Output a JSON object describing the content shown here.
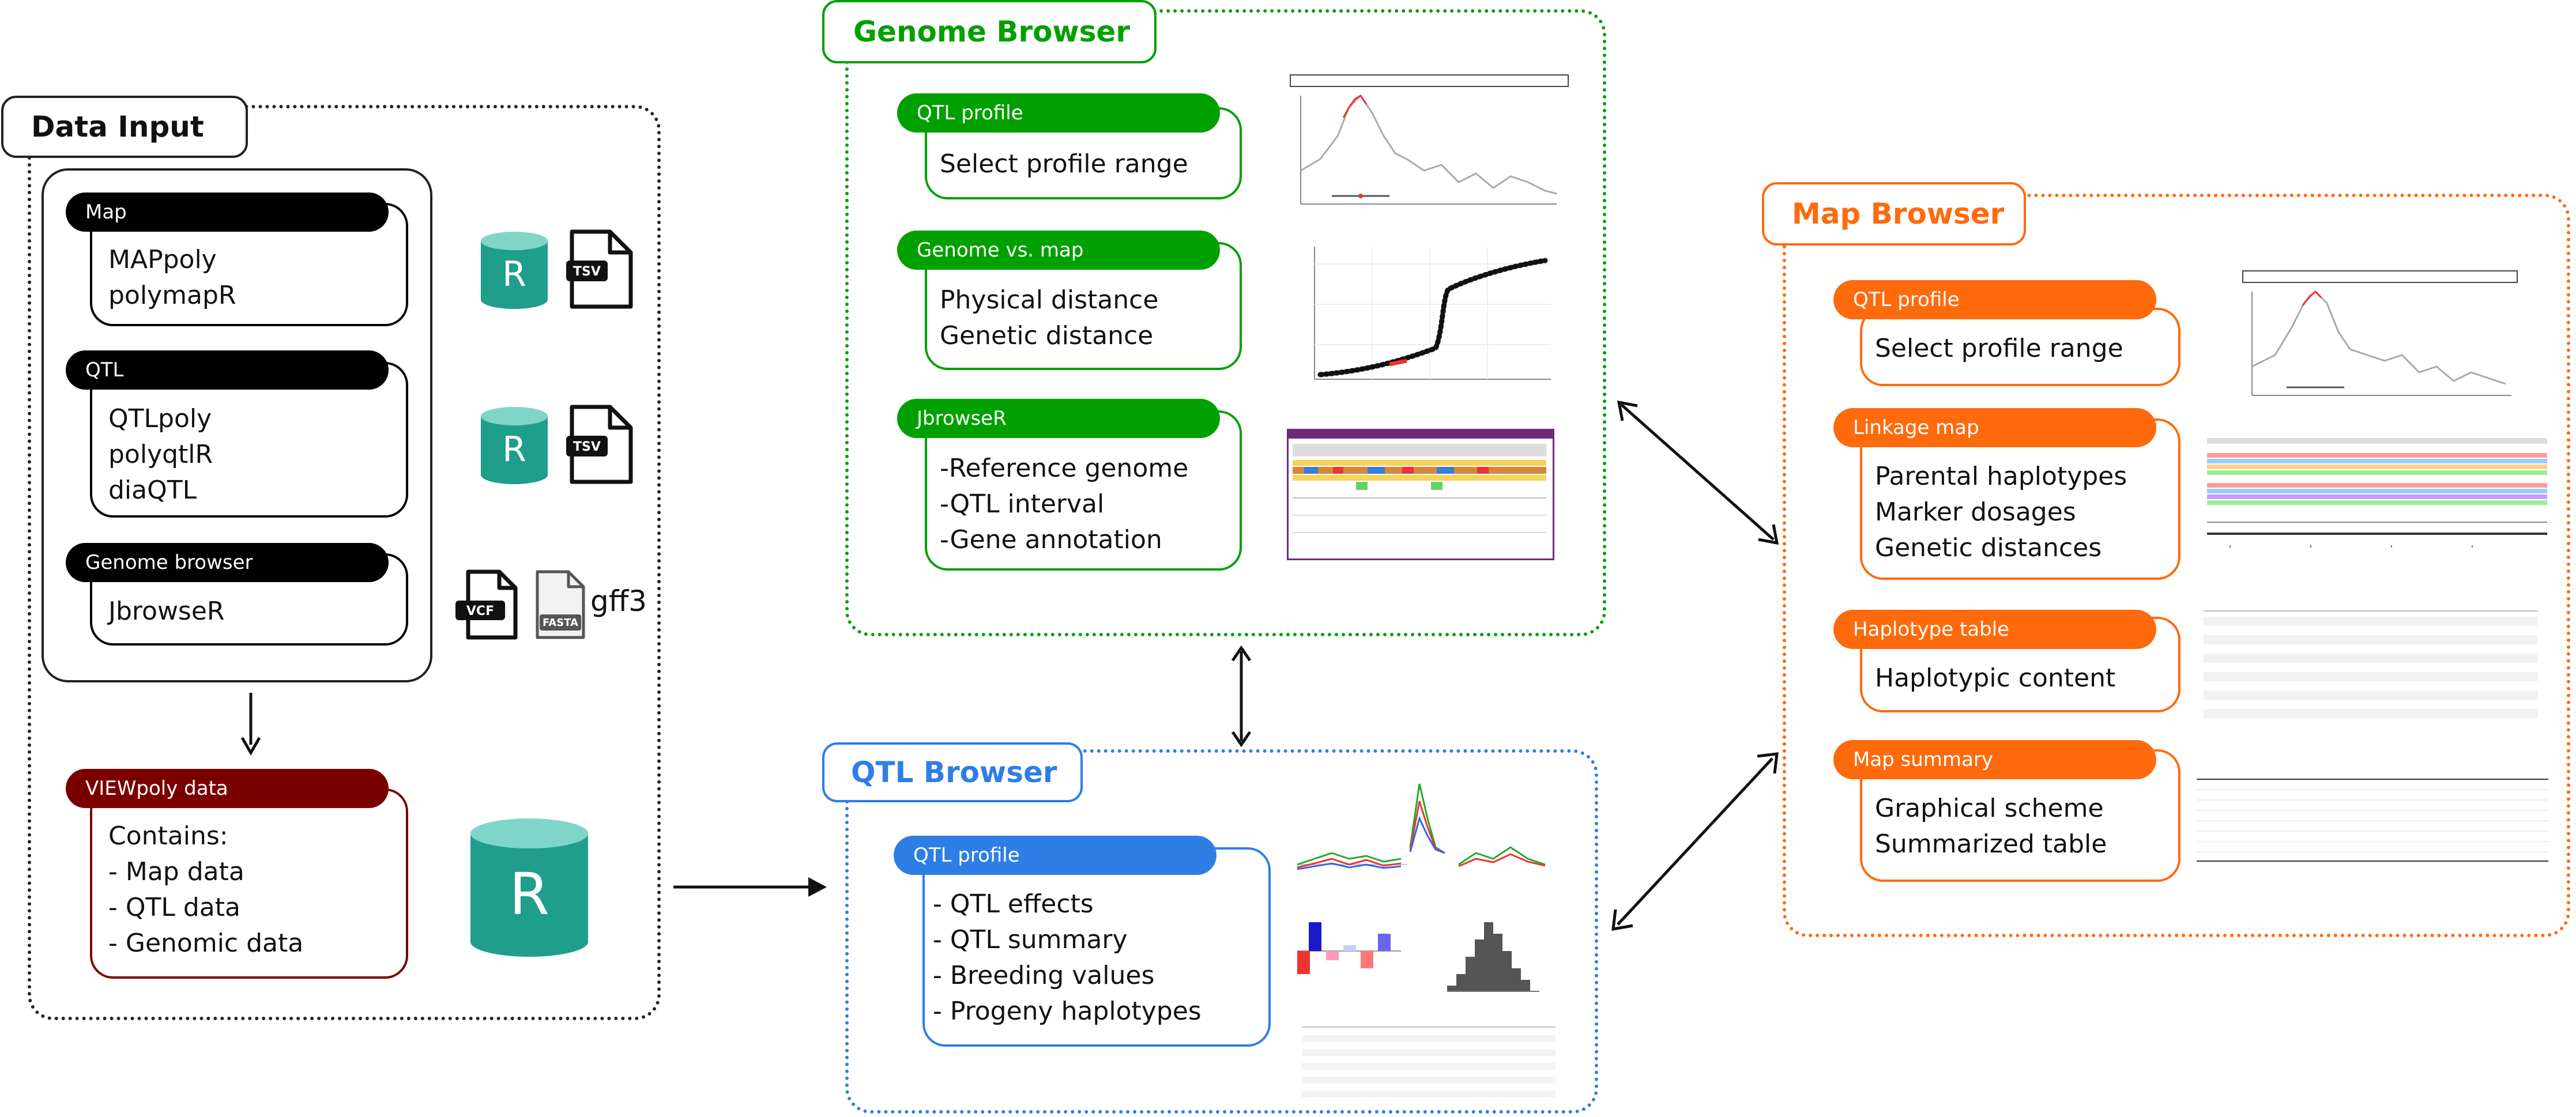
{
  "data_input": {
    "title": "Data Input",
    "map": {
      "header": "Map",
      "items": [
        "MAPpoly",
        "polymapR"
      ]
    },
    "qtl": {
      "header": "QTL",
      "items": [
        "QTLpoly",
        "polyqtlR",
        "diaQTL"
      ]
    },
    "genome_browser": {
      "header": "Genome browser",
      "items": [
        "JbrowseR"
      ]
    },
    "viewpoly": {
      "header": "VIEWpoly data",
      "items": [
        "Contains:",
        "- Map data",
        "- QTL data",
        "- Genomic data"
      ]
    },
    "file_labels": {
      "tsv": "TSV",
      "vcf": "VCF",
      "fasta": "FASTA",
      "r_logo": "R",
      "gff3": "gff3"
    }
  },
  "genome_browser": {
    "title": "Genome Browser",
    "cards": [
      {
        "header": "QTL profile",
        "items": [
          "Select profile range"
        ]
      },
      {
        "header": "Genome vs. map",
        "items": [
          "Physical distance",
          "Genetic distance"
        ]
      },
      {
        "header": "JbrowseR",
        "items": [
          "-Reference genome",
          "-QTL interval",
          "-Gene annotation"
        ]
      }
    ]
  },
  "qtl_browser": {
    "title": "QTL Browser",
    "cards": [
      {
        "header": "QTL profile",
        "items": [
          "- QTL effects",
          "- QTL summary",
          "- Breeding values",
          "- Progeny haplotypes"
        ]
      }
    ]
  },
  "map_browser": {
    "title": "Map Browser",
    "cards": [
      {
        "header": "QTL profile",
        "items": [
          "Select profile range"
        ]
      },
      {
        "header": "Linkage map",
        "items": [
          "Parental haplotypes",
          "Marker dosages",
          "Genetic distances"
        ]
      },
      {
        "header": "Haplotype table",
        "items": [
          "Haplotypic content"
        ]
      },
      {
        "header": "Map summary",
        "items": [
          "Graphical scheme",
          "Summarized table"
        ]
      }
    ]
  },
  "colors": {
    "black": "#000000",
    "dark_red": "#7a0000",
    "green": "#00a000",
    "blue": "#2e7ee6",
    "orange": "#ff6a0d",
    "r_teal": "#1f9e8c"
  }
}
